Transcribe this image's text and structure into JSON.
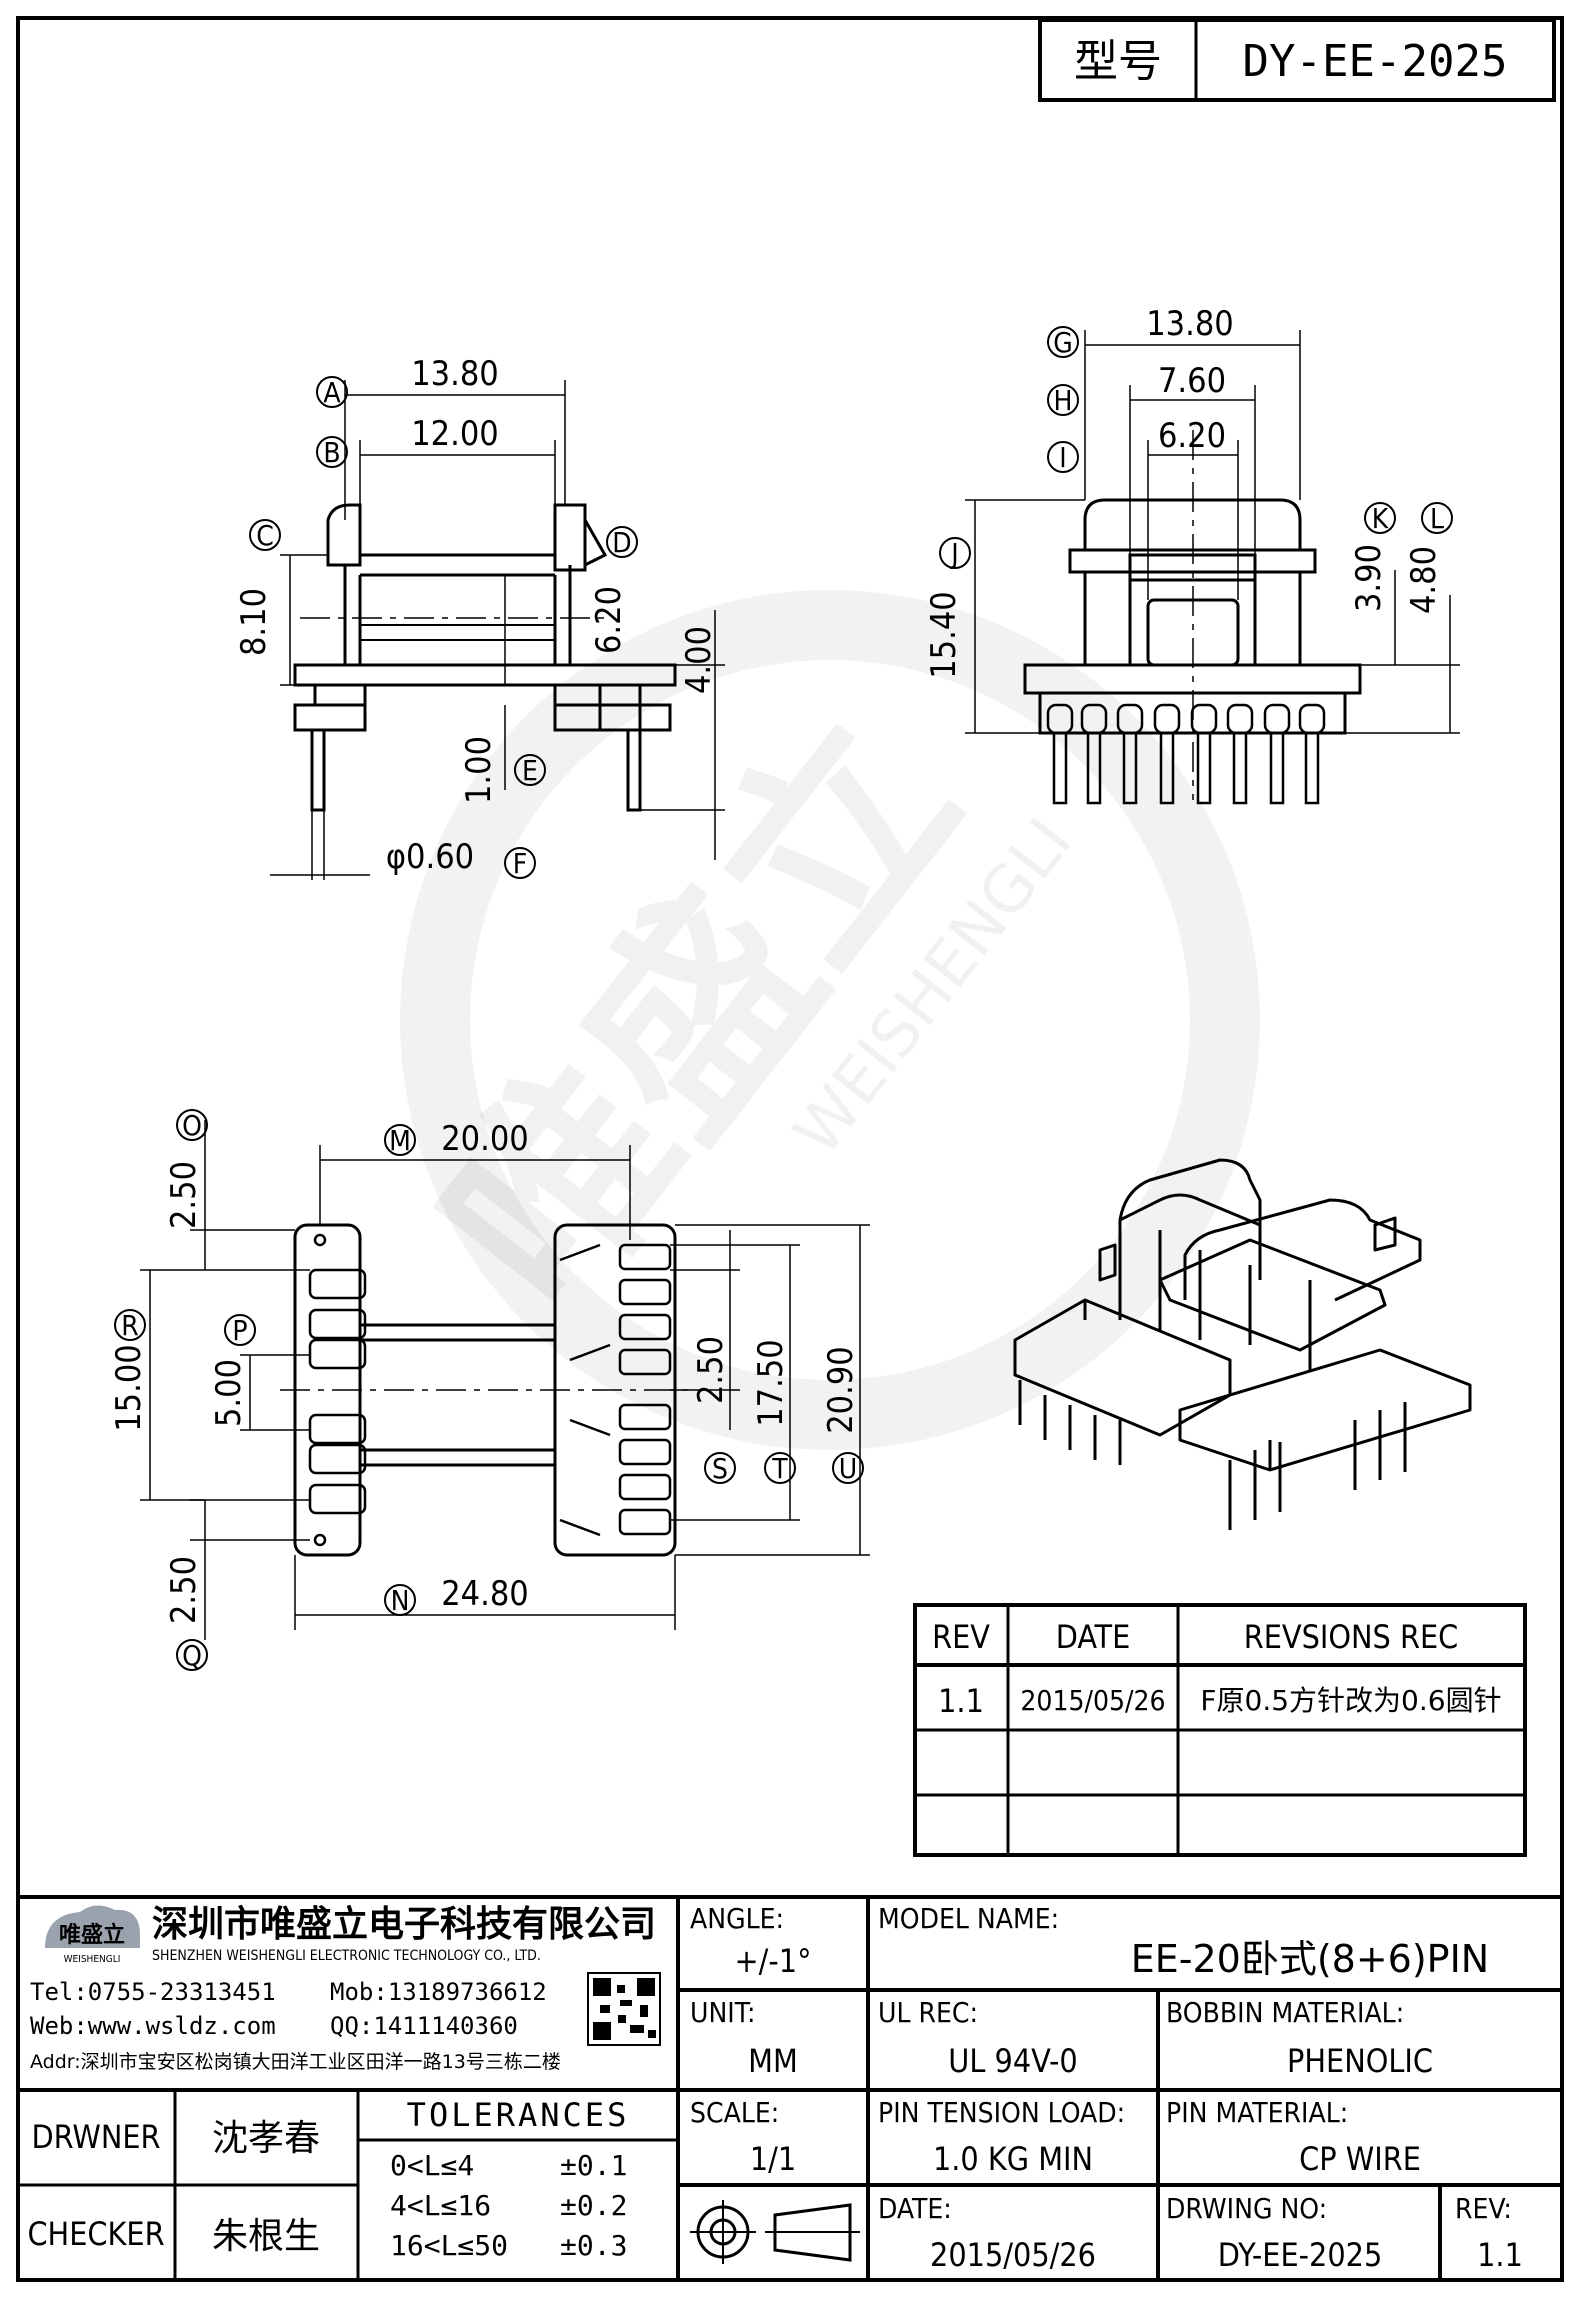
{
  "header": {
    "type_label": "型号",
    "model_code": "DY-EE-2025"
  },
  "top_left_view": {
    "dims": {
      "A": "13.80",
      "B": "12.00",
      "C_val": "8.10",
      "D_val": "6.20",
      "ht": "4.00",
      "E_val": "1.00",
      "F_val": "φ0.60"
    },
    "markers": [
      "A",
      "B",
      "C",
      "D",
      "E",
      "F"
    ]
  },
  "top_right_view": {
    "dims": {
      "G": "13.80",
      "H": "7.60",
      "I": "6.20",
      "J": "15.40",
      "K": "3.90",
      "L": "4.80"
    },
    "markers": [
      "G",
      "H",
      "I",
      "J",
      "K",
      "L"
    ]
  },
  "bottom_view": {
    "dims": {
      "M": "20.00",
      "N": "24.80",
      "O": "2.50",
      "P": "5.00",
      "Q": "2.50",
      "R": "15.00",
      "S": "2.50",
      "T": "17.50",
      "U": "20.90"
    },
    "markers": [
      "M",
      "N",
      "O",
      "P",
      "Q",
      "R",
      "S",
      "T",
      "U"
    ]
  },
  "watermark": {
    "cn": "唯盛立",
    "en": "WEISHENGLI"
  },
  "revisions": {
    "headers": [
      "REV",
      "DATE",
      "REVSIONS REC"
    ],
    "rows": [
      {
        "rev": "1.1",
        "date": "2015/05/26",
        "rec": "F原0.5方针改为0.6圆针"
      },
      {
        "rev": "",
        "date": "",
        "rec": ""
      },
      {
        "rev": "",
        "date": "",
        "rec": ""
      }
    ]
  },
  "company": {
    "logo_text": "唯盛立",
    "logo_sub": "WEISHENGLI",
    "name_cn": "深圳市唯盛立电子科技有限公司",
    "name_en": "SHENZHEN WEISHENGLI ELECTRONIC TECHNOLOGY CO., LTD.",
    "tel": "Tel:0755-23313451",
    "mob": "Mob:13189736612",
    "web": "Web:www.wsldz.com",
    "qq": "QQ:1411140360",
    "addr": "Addr:深圳市宝安区松岗镇大田洋工业区田洋一路13号三栋二楼"
  },
  "title_block": {
    "angle_label": "ANGLE:",
    "angle_value": "+/-1°",
    "model_name_label": "MODEL NAME:",
    "model_name_value": "EE-20卧式(8+6)PIN",
    "unit_label": "UNIT:",
    "unit_value": "MM",
    "ul_label": "UL REC:",
    "ul_value": "UL 94V-0",
    "bobbin_label": "BOBBIN MATERIAL:",
    "bobbin_value": "PHENOLIC",
    "scale_label": "SCALE:",
    "scale_value": "1/1",
    "pin_tension_label": "PIN TENSION LOAD:",
    "pin_tension_value": "1.0 KG MIN",
    "pin_material_label": "PIN MATERIAL:",
    "pin_material_value": "CP WIRE",
    "date_label": "DATE:",
    "date_value": "2015/05/26",
    "drawing_no_label": "DRWING NO:",
    "drawing_no_value": "DY-EE-2025",
    "rev_label": "REV:",
    "rev_value": "1.1",
    "drawer_label": "DRWNER",
    "drawer_name": "沈孝春",
    "checker_label": "CHECKER",
    "checker_name": "朱根生",
    "tolerances_label": "TOLERANCES",
    "tolerances": [
      {
        "range": "0<L≤4",
        "tol": "±0.1"
      },
      {
        "range": "4<L≤16",
        "tol": "±0.2"
      },
      {
        "range": "16<L≤50",
        "tol": "±0.3"
      }
    ]
  }
}
